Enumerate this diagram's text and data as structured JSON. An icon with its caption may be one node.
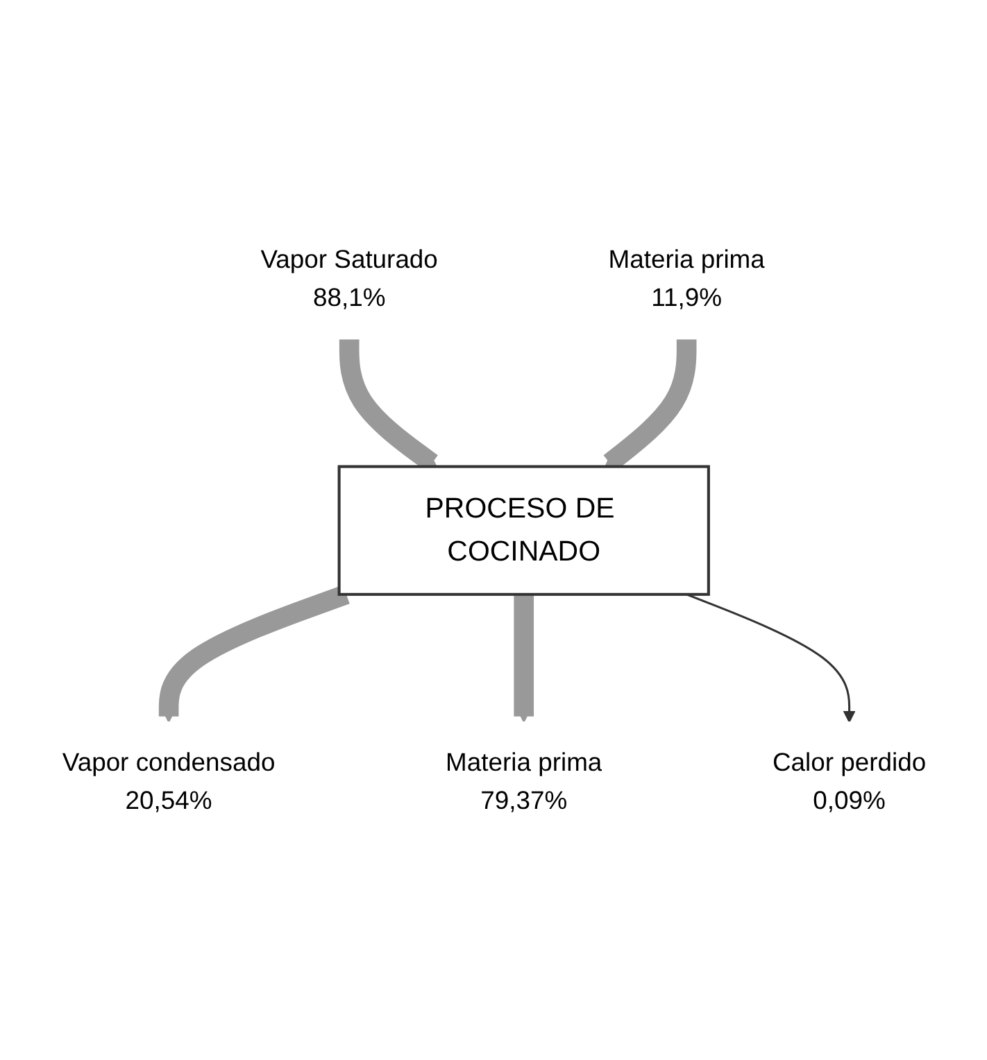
{
  "diagram": {
    "nodes": [
      {
        "text": [
          "Vapor Saturado",
          "88,1%"
        ]
      },
      {
        "text": [
          "Materia prima",
          "11,9%"
        ]
      },
      {
        "text": [
          "PROCESO DE COCINADO"
        ]
      },
      {
        "text": [
          "Vapor condensado",
          "20,54%"
        ]
      },
      {
        "text": [
          "Materia prima",
          "79,37%"
        ]
      },
      {
        "text": [
          "Calor perdido",
          "0,09%"
        ]
      }
    ],
    "edges": [
      {
        "from": 0,
        "to": 2,
        "arrow": "to"
      },
      {
        "from": 1,
        "to": 2,
        "arrow": "to"
      },
      {
        "from": 2,
        "to": 3,
        "arrow": "to"
      },
      {
        "from": 2,
        "to": 4,
        "arrow": "to"
      },
      {
        "from": 2,
        "to": 5,
        "arrow": "to",
        "color": "#333333"
      }
    ]
  }
}
